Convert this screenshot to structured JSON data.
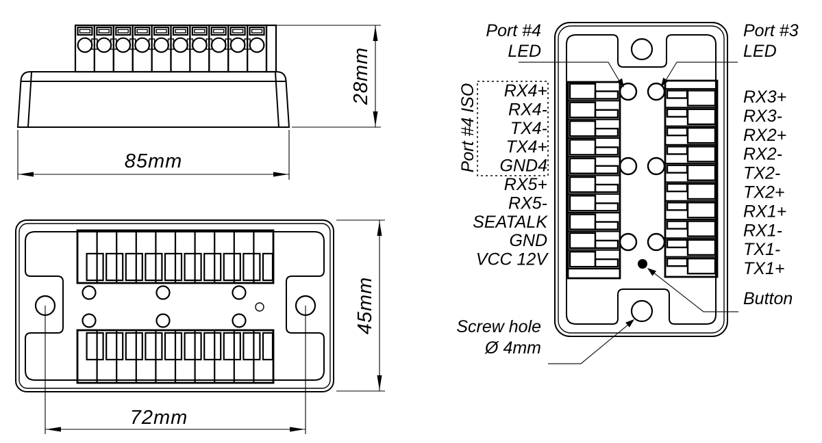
{
  "colors": {
    "ink": "#000000",
    "background": "#ffffff",
    "leader": "#1a1a1a"
  },
  "side_view": {
    "width_dim": "85mm",
    "height_dim": "28mm",
    "terminal_count": 10
  },
  "top_view": {
    "screw_span_dim": "72mm",
    "height_dim": "45mm",
    "terminal_count": 10,
    "led_count": 6
  },
  "pinout_view": {
    "left_pins": [
      "RX4+",
      "RX4-",
      "TX4-",
      "TX4+",
      "GND4",
      "RX5+",
      "RX5-",
      "SEATALK",
      "GND",
      "VCC 12V"
    ],
    "right_pins": [
      "RX3+",
      "RX3-",
      "RX2+",
      "RX2-",
      "TX2-",
      "TX2+",
      "RX1+",
      "RX1-",
      "TX1-",
      "TX1+"
    ],
    "iso_group_label": "Port #4 ISO",
    "port4_led_label": [
      "Port #4",
      "LED"
    ],
    "port3_led_label": [
      "Port #3",
      "LED"
    ],
    "button_label": "Button",
    "screw_hole_label": [
      "Screw hole",
      "Ø 4mm"
    ],
    "terminal_count": 10,
    "led_pair_count": 3
  }
}
